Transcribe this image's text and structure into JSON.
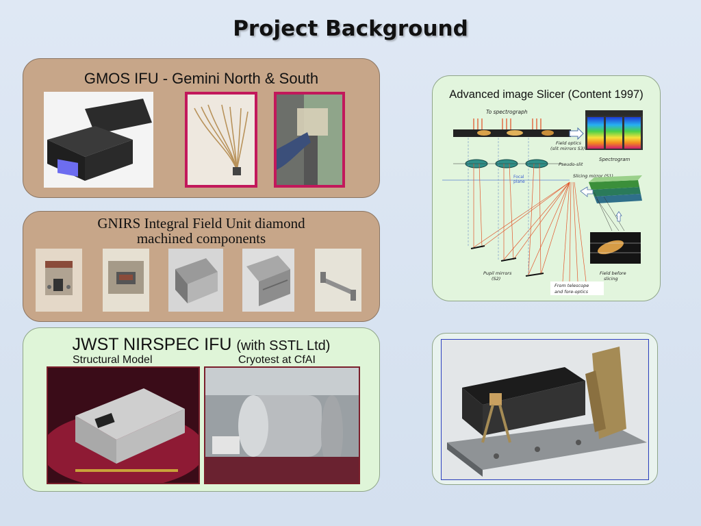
{
  "slide": {
    "title": "Project Background"
  },
  "gmos": {
    "title": "GMOS IFU - Gemini North & South"
  },
  "gnirs": {
    "title_line1": "GNIRS Integral Field Unit diamond",
    "title_line2": "machined components"
  },
  "jwst": {
    "title_main": "JWST NIRSPEC IFU",
    "title_paren": "(with SSTL Ltd)",
    "left_caption": "Structural Model",
    "right_caption": "Cryotest at CfAI"
  },
  "slicer": {
    "title": "Advanced image Slicer (Content 1997)",
    "labels": {
      "to_spectrograph": "To spectrograph",
      "field_optics": "Field optics",
      "slit_mirrors": "(slit mirrors S3)",
      "pseudo_slit": "Pseudo-slit",
      "spectrogram": "Spectrogram",
      "focal": "Focal",
      "plane": "plane",
      "slicing_mirror": "Slicing mirror (S1)",
      "pupil_mirrors": "Pupil mirrors",
      "s2": "(S2)",
      "from_telescope": "From telescope",
      "fore_optics": "and fore-optics",
      "field_before": "Field before",
      "slicing": "slicing"
    }
  },
  "colors": {
    "tan_panel": "#c7a689",
    "green_panel": "#dff5d8",
    "photo_frame_magenta": "#c2185b",
    "photo_frame_maroon": "#7a1f2b"
  }
}
